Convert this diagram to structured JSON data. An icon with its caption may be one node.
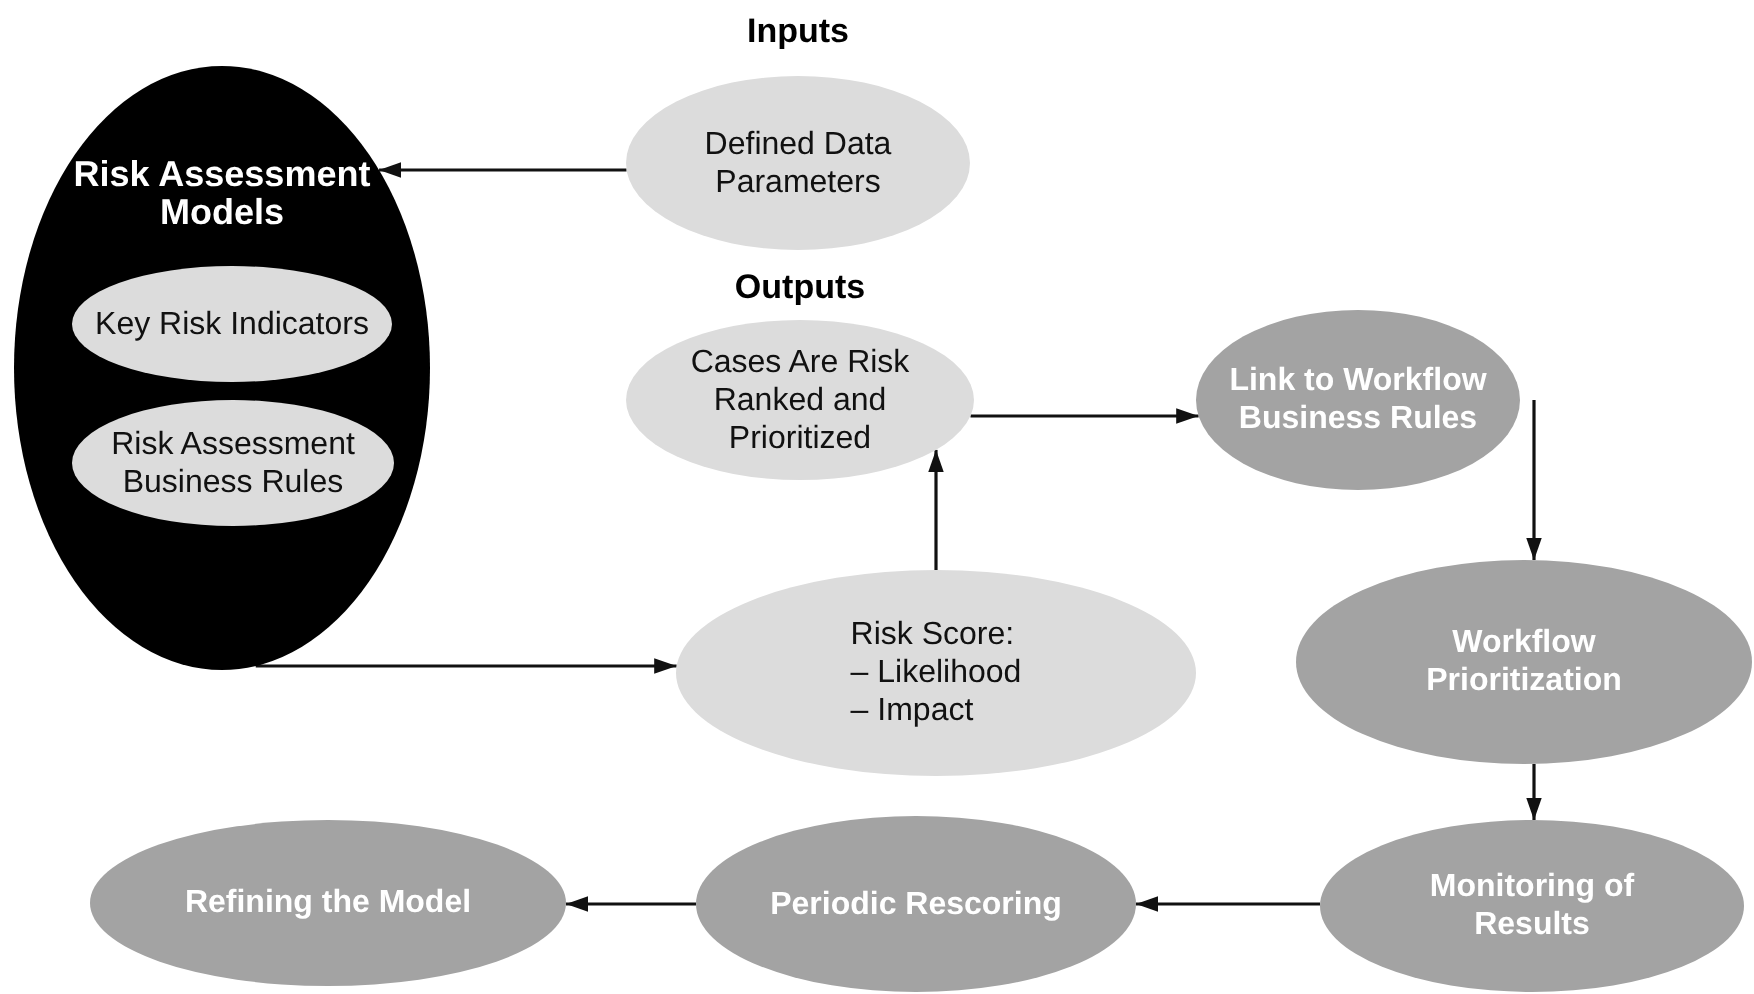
{
  "diagram": {
    "nodes": [
      {
        "text": [
          "Risk Assessment Models"
        ]
      },
      {
        "text": [
          "Key Risk Indicators"
        ],
        "in": 0
      },
      {
        "text": [
          "Risk Assessment Business Rules"
        ],
        "in": 0
      },
      {
        "text": [
          "Inputs",
          "Defined Data Parameters"
        ]
      },
      {
        "text": [
          "Outputs",
          "Cases Are Risk Ranked and Prioritized"
        ]
      },
      {
        "text": [
          "Link to Workflow Business Rules"
        ]
      },
      {
        "text": [
          "Risk Score:",
          "– Likelihood",
          "– Impact"
        ]
      },
      {
        "text": [
          "Workflow Prioritization"
        ]
      },
      {
        "text": [
          "Refining the Model"
        ]
      },
      {
        "text": [
          "Periodic Rescoring"
        ]
      },
      {
        "text": [
          "Monitoring of Results"
        ]
      }
    ],
    "edges": [
      {
        "from": 3,
        "to": 0,
        "arrow": "to"
      },
      {
        "from": 0,
        "to": 6,
        "arrow": "to"
      },
      {
        "from": 6,
        "to": 4,
        "arrow": "to"
      },
      {
        "from": 4,
        "to": 5,
        "arrow": "to"
      },
      {
        "from": 5,
        "to": 7,
        "arrow": "to"
      },
      {
        "from": 7,
        "to": 10,
        "arrow": "to"
      },
      {
        "from": 10,
        "to": 9,
        "arrow": "to"
      },
      {
        "from": 9,
        "to": 8,
        "arrow": "to"
      }
    ]
  }
}
